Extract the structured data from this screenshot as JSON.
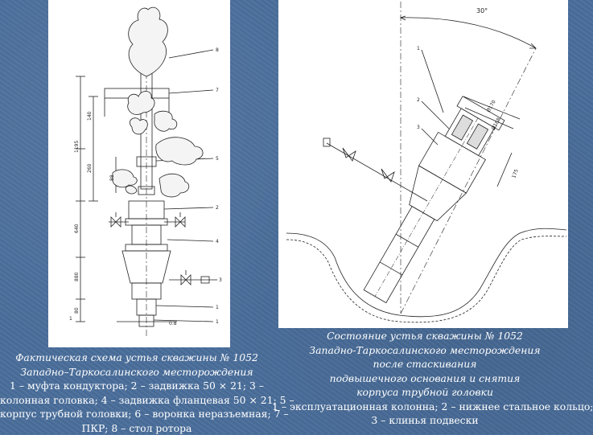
{
  "left_diagram": {
    "labels": [
      "8",
      "7",
      "5",
      "2",
      "4",
      "3",
      "1",
      "1",
      "0.8"
    ],
    "dim_labels": [
      "1195",
      "140",
      "260",
      "640",
      "880",
      "80",
      "88",
      "1"
    ]
  },
  "right_diagram": {
    "angle_label": "30°",
    "labels": [
      "1",
      "2",
      "3"
    ],
    "dim_labels": [
      "Ø170",
      "Ø168",
      "175"
    ]
  },
  "left_caption": {
    "title_1": "Фактическая схема устья скважины № 1052",
    "title_2": "Западно–Таркосалинского месторождения",
    "legend_1": "1 – муфта кондуктора; 2 – задвижка 50 × 21; 3 –",
    "legend_2": "колонная головка; 4 – задвижка фланцевая 50 × 21; 5 –",
    "legend_3": "корпус трубной головки; 6 – воронка неразъемная; 7 –",
    "legend_4": "ПКР; 8 – стол ротора"
  },
  "right_caption": {
    "title_1": "Состояние устья скважины № 1052",
    "title_2": "Западно-Таркосалинского месторождения",
    "title_3": "после стаскивания",
    "title_4": "подвышечного основания и снятия",
    "title_5": "корпуса трубной головки",
    "legend_1": "1 – эксплуатационная колонна; 2 – нижнее стальное кольцо;",
    "legend_2": "3 – клинья подвески"
  }
}
